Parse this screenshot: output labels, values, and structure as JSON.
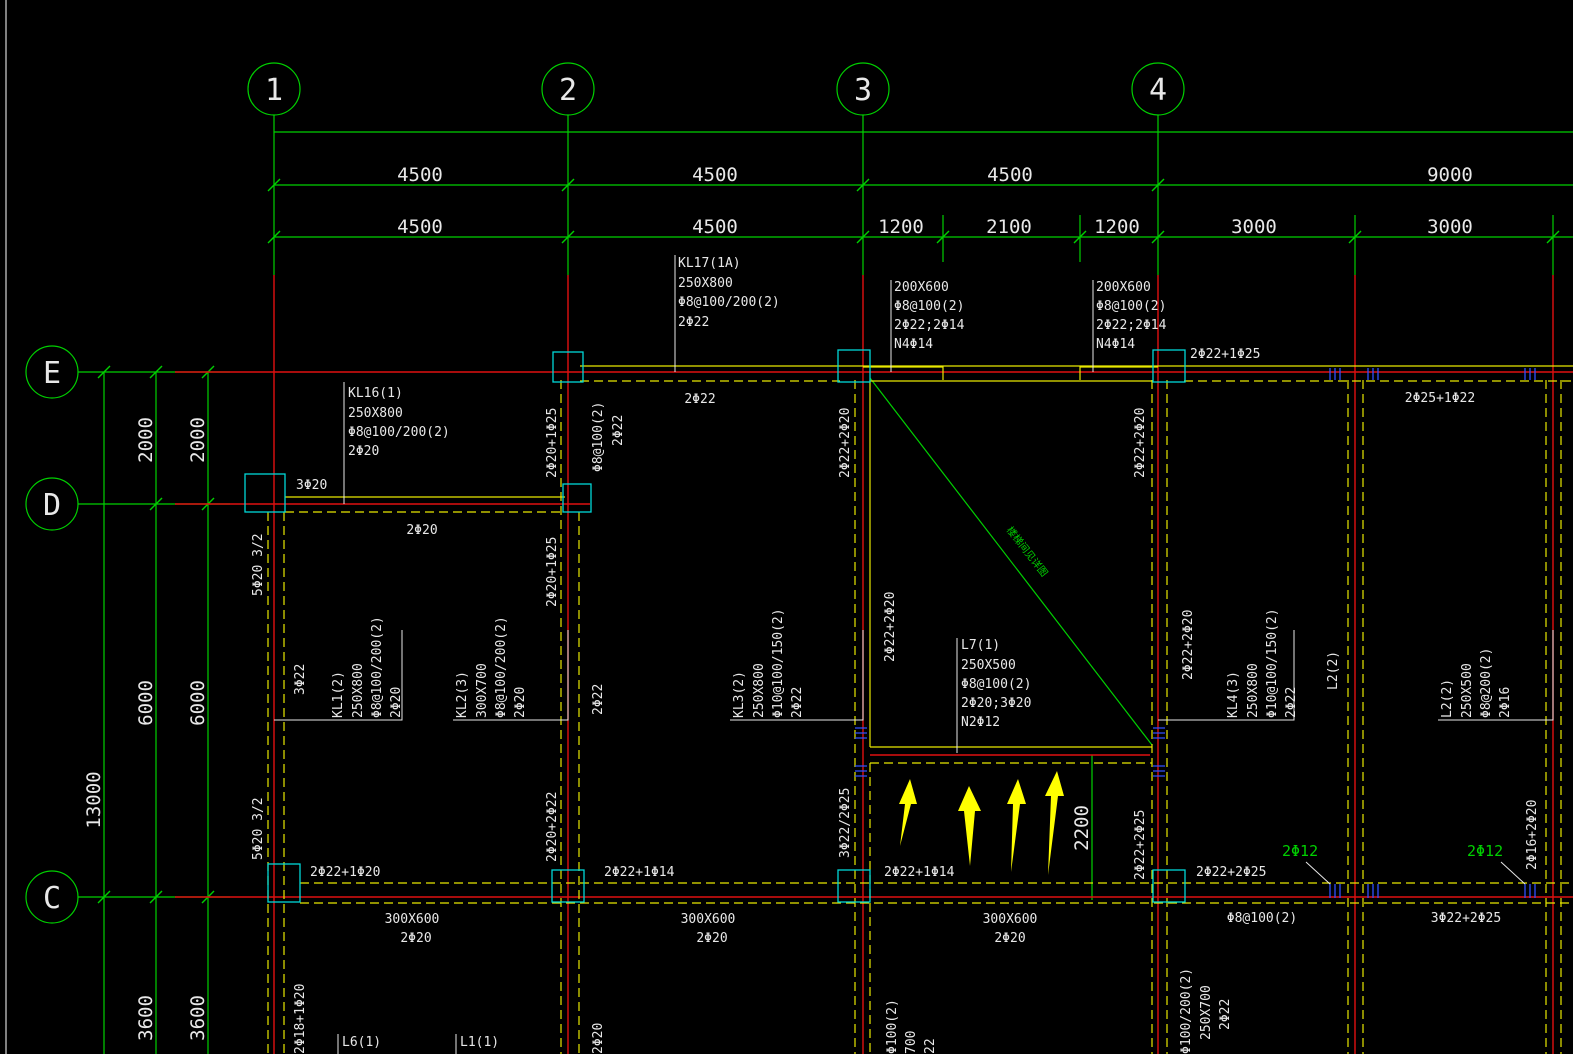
{
  "colors": {
    "background": "#000000",
    "axis_green": "#00d000",
    "beam_red": "#e01010",
    "rebar_yellow": "#e8e800",
    "column_cyan": "#00d8d8",
    "text_white": "#e8e8e8",
    "arrow_yellow": "#ffff00",
    "tick_blue": "#3050ff"
  },
  "grid_labels": {
    "columns": [
      "1",
      "2",
      "3",
      "4"
    ],
    "rows": [
      "E",
      "D",
      "C"
    ]
  },
  "dimensions": {
    "top_row1": [
      "4500",
      "4500",
      "4500",
      "9000"
    ],
    "top_row2": [
      "4500",
      "4500",
      "1200",
      "2100",
      "1200",
      "3000",
      "3000"
    ],
    "left": [
      "2000",
      "2000",
      "6000",
      "6000",
      "13000",
      "3600",
      "3600",
      "2200"
    ]
  },
  "annotations": {
    "kl17": [
      "KL17(1A)",
      "250X800",
      "Φ8@100/200(2)",
      "2Φ22"
    ],
    "stub_a": [
      "200X600",
      "Φ8@100(2)",
      "2Φ22;2Φ14",
      "N4Φ14"
    ],
    "stub_b": [
      "200X600",
      "Φ8@100(2)",
      "2Φ22;2Φ14",
      "N4Φ14"
    ],
    "kl16": [
      "KL16(1)",
      "250X800",
      "Φ8@100/200(2)",
      "2Φ20"
    ],
    "l7": [
      "L7(1)",
      "250X500",
      "Φ8@100(2)",
      "2Φ20;3Φ20",
      "N2Φ12"
    ],
    "kl1": [
      "KL1(2)",
      "250X800",
      "Φ8@100/200(2)",
      "2Φ20"
    ],
    "kl2": [
      "KL2(3)",
      "300X700",
      "Φ8@100/200(2)",
      "2Φ20"
    ],
    "kl3": [
      "KL3(2)",
      "250X800",
      "Φ10@100/150(2)",
      "2Φ22"
    ],
    "kl4": [
      "KL4(3)",
      "250X800",
      "Φ10@100/150(2)",
      "2Φ22"
    ],
    "l2": [
      "L2(2)",
      "250X500",
      "Φ8@200(2)",
      "2Φ16"
    ],
    "l2_top": "L2(2)",
    "e_beam_right": "2Φ22+1Φ25",
    "e_beam_bottom": "2Φ22",
    "e_beam_far": "2Φ25+1Φ22",
    "d_beam_top": "3Φ20",
    "d_beam_bottom": "2Φ20",
    "c_seg1_top": "2Φ22+1Φ20",
    "c_seg2_top": "2Φ22+1Φ14",
    "c_seg3_top": "2Φ22+1Φ14",
    "c_seg4_top": "2Φ22+2Φ25",
    "c_seg1_bot": [
      "300X600",
      "2Φ20"
    ],
    "c_seg2_bot": [
      "300X600",
      "2Φ20"
    ],
    "c_seg3_bot": [
      "300X600",
      "2Φ20"
    ],
    "c_seg4_bot": "Φ8@100(2)",
    "c_seg5_bot": "3Φ22+2Φ25",
    "green_2phi12_a": "2Φ12",
    "green_2phi12_b": "2Φ12",
    "v_col1_a": "5Φ20 3/2",
    "v_col1_b": "5Φ20 3/2",
    "v_col1_bottom": "2Φ18+1Φ20",
    "v_col1_c": "3Φ22",
    "v_col2_a": "2Φ20+1Φ25",
    "v_col2_b": "2Φ20+1Φ25",
    "v_col2_c": "2Φ20+2Φ22",
    "v_col2_stir": [
      "Φ8@100(2)",
      "2Φ22"
    ],
    "v_col2_d": "2Φ22",
    "v_col2_bottom": "2Φ20",
    "v_col3_a": "2Φ22+2Φ20",
    "v_col3_b": "2Φ22+2Φ20",
    "v_col3_c": "3Φ22/2Φ25",
    "v_col4_a": "2Φ22+2Φ20",
    "v_col4_b": "2Φ22+2Φ20",
    "v_col4_c": "2Φ22+2Φ25",
    "v_col5": "2Φ16+2Φ20",
    "bottom_l6": "L6(1)",
    "bottom_l1": "L1(1)",
    "bottom_col3": [
      "Φ100(2)",
      "700",
      "22"
    ],
    "bottom_col4": [
      "Φ100/200(2)",
      "250X700",
      "2Φ22"
    ],
    "diagonal_note": "楼梯间见详图"
  }
}
